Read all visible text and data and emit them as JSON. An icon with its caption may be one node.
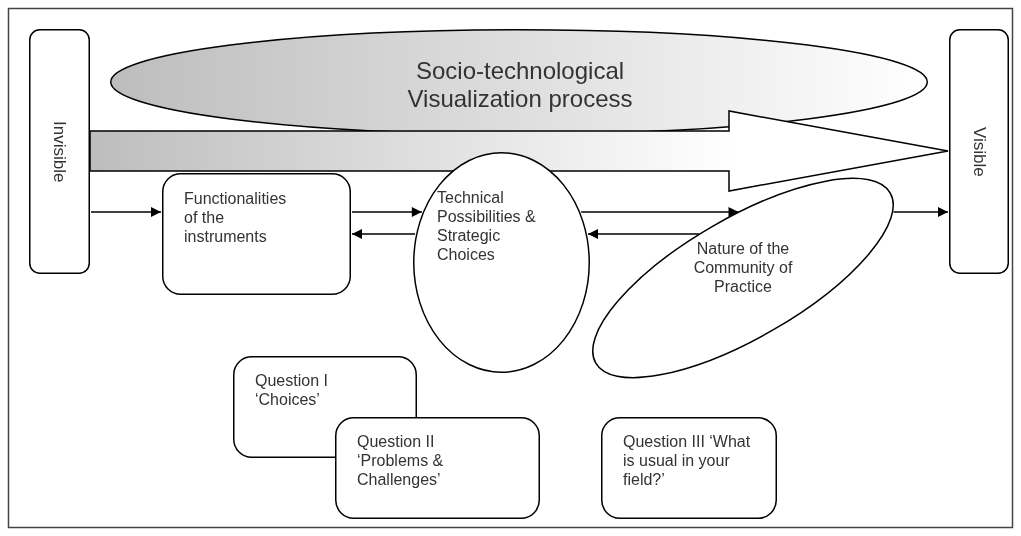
{
  "diagram": {
    "nodes": [
      {
        "text": [
          "Invisible"
        ]
      },
      {
        "text": [
          "Socio-technological Visualization process"
        ]
      },
      {
        "text": [
          "Visible"
        ]
      },
      {
        "text": [
          "Functionalities of the instruments"
        ]
      },
      {
        "text": [
          "Technical Possibilities & Strategic Choices"
        ]
      },
      {
        "text": [
          "Nature of the Community of Practice"
        ]
      },
      {
        "text": [
          "Question I ‘Choices’"
        ]
      },
      {
        "text": [
          "Question II ‘Problems & Challenges’"
        ]
      },
      {
        "text": [
          "Question III ‘What is usual in your field?’"
        ]
      }
    ],
    "edges": [
      {
        "from": 0,
        "to": 2,
        "arrow": "to",
        "style": "thick"
      },
      {
        "from": 0,
        "to": 3,
        "arrow": "to"
      },
      {
        "from": 3,
        "to": 4,
        "arrow": "to"
      },
      {
        "from": 4,
        "to": 3,
        "arrow": "to"
      },
      {
        "from": 4,
        "to": 5,
        "arrow": "to"
      },
      {
        "from": 5,
        "to": 4,
        "arrow": "to"
      },
      {
        "from": 5,
        "to": 2,
        "arrow": "to"
      }
    ]
  }
}
